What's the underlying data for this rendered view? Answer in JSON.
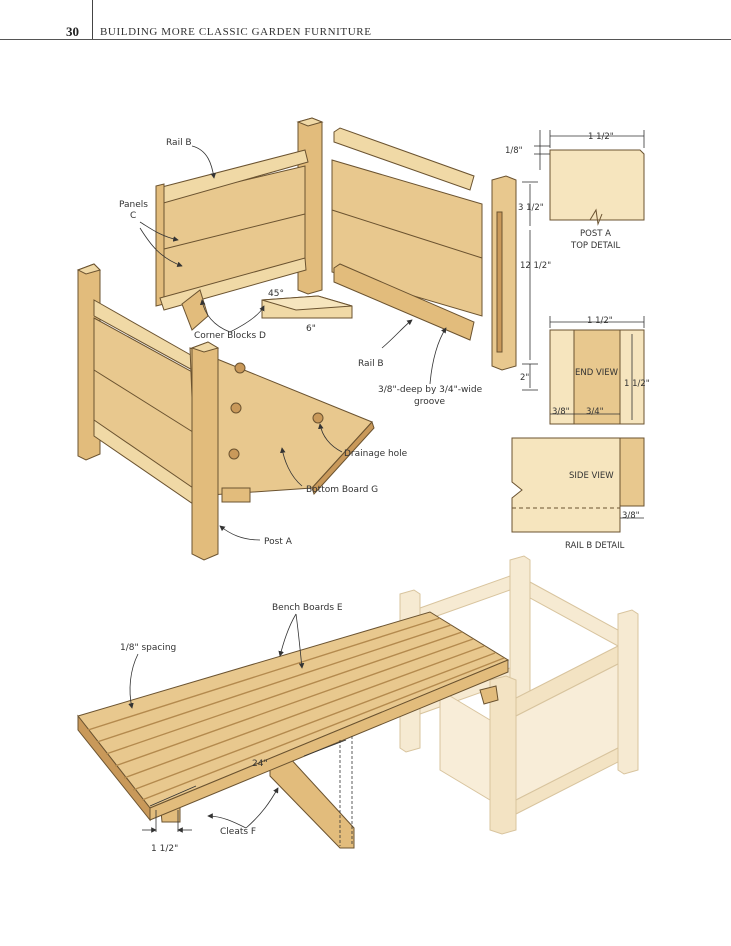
{
  "header": {
    "page_number": "30",
    "running_title": "BUILDING MORE CLASSIC GARDEN FURNITURE"
  },
  "labels": {
    "rail_b_top": "Rail B",
    "panels_c_1": "Panels",
    "panels_c_2": "C",
    "corner_blocks": "Corner Blocks D",
    "angle_45": "45°",
    "dim_6": "6\"",
    "rail_b_mid": "Rail B",
    "groove_1": "3/8\"-deep by 3/4\"-wide",
    "groove_2": "groove",
    "drainage_hole": "Drainage hole",
    "bottom_board": "Bottom Board G",
    "post_a": "Post A",
    "bench_boards": "Bench Boards E",
    "spacing": "1/8\" spacing",
    "dim_24": "24\"",
    "cleats": "Cleats F",
    "dim_1_1_2": "1 1/2\""
  },
  "post_detail": {
    "dim_width": "1 1/2\"",
    "dim_chamfer": "1/8\"",
    "dim_3_1_2": "3 1/2\"",
    "dim_12_1_2": "12 1/2\"",
    "dim_2": "2\"",
    "caption_1": "POST A",
    "caption_2": "TOP DETAIL"
  },
  "rail_detail": {
    "dim_width": "1 1/2\"",
    "end_view": "END VIEW",
    "dim_height": "1 1/2\"",
    "dim_3_8_a": "3/8\"",
    "dim_3_4": "3/4\"",
    "side_view": "SIDE VIEW",
    "dim_3_8_b": "3/8\"",
    "caption": "RAIL B DETAIL"
  },
  "colors": {
    "wood_light": "#f0d9a6",
    "wood_mid": "#e2bc7c",
    "wood_dark": "#c9995a",
    "ghost": "#f6ead2",
    "outline": "#6b5330"
  }
}
